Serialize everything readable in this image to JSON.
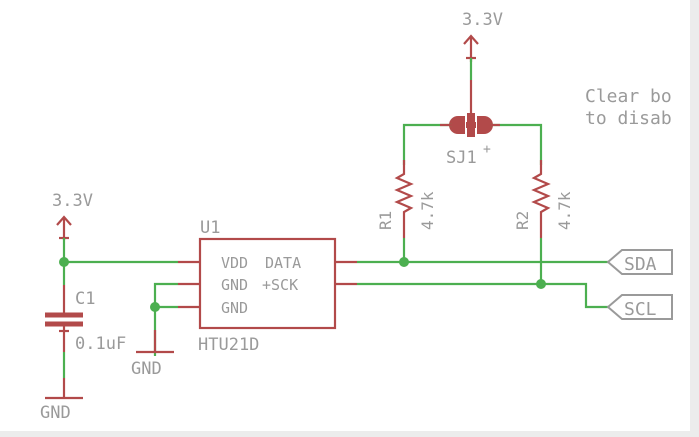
{
  "schematic": {
    "colors": {
      "wire": "#4caf50",
      "symbol": "#b24a4a",
      "label": "#9a9a9a",
      "background": "#ffffff"
    },
    "power": [
      {
        "id": "pwr-top",
        "label": "3.3V"
      },
      {
        "id": "pwr-left",
        "label": "3.3V"
      }
    ],
    "ground": [
      {
        "id": "gnd-cap",
        "label": "GND"
      },
      {
        "id": "gnd-ic",
        "label": "GND"
      }
    ],
    "components": {
      "u1": {
        "ref": "U1",
        "value": "HTU21D",
        "pins_left": [
          "VDD",
          "GND",
          "GND"
        ],
        "pins_right": [
          "DATA",
          "+SCK"
        ]
      },
      "c1": {
        "ref": "C1",
        "value": "0.1uF"
      },
      "r1": {
        "ref": "R1",
        "value": "4.7k"
      },
      "r2": {
        "ref": "R2",
        "value": "4.7k"
      },
      "sj1": {
        "ref": "SJ1",
        "suffix": "+"
      }
    },
    "net_labels": [
      {
        "id": "sda",
        "label": "SDA"
      },
      {
        "id": "scl",
        "label": "SCL"
      }
    ],
    "note": {
      "line1": "Clear bo",
      "line2": "to disab"
    }
  }
}
